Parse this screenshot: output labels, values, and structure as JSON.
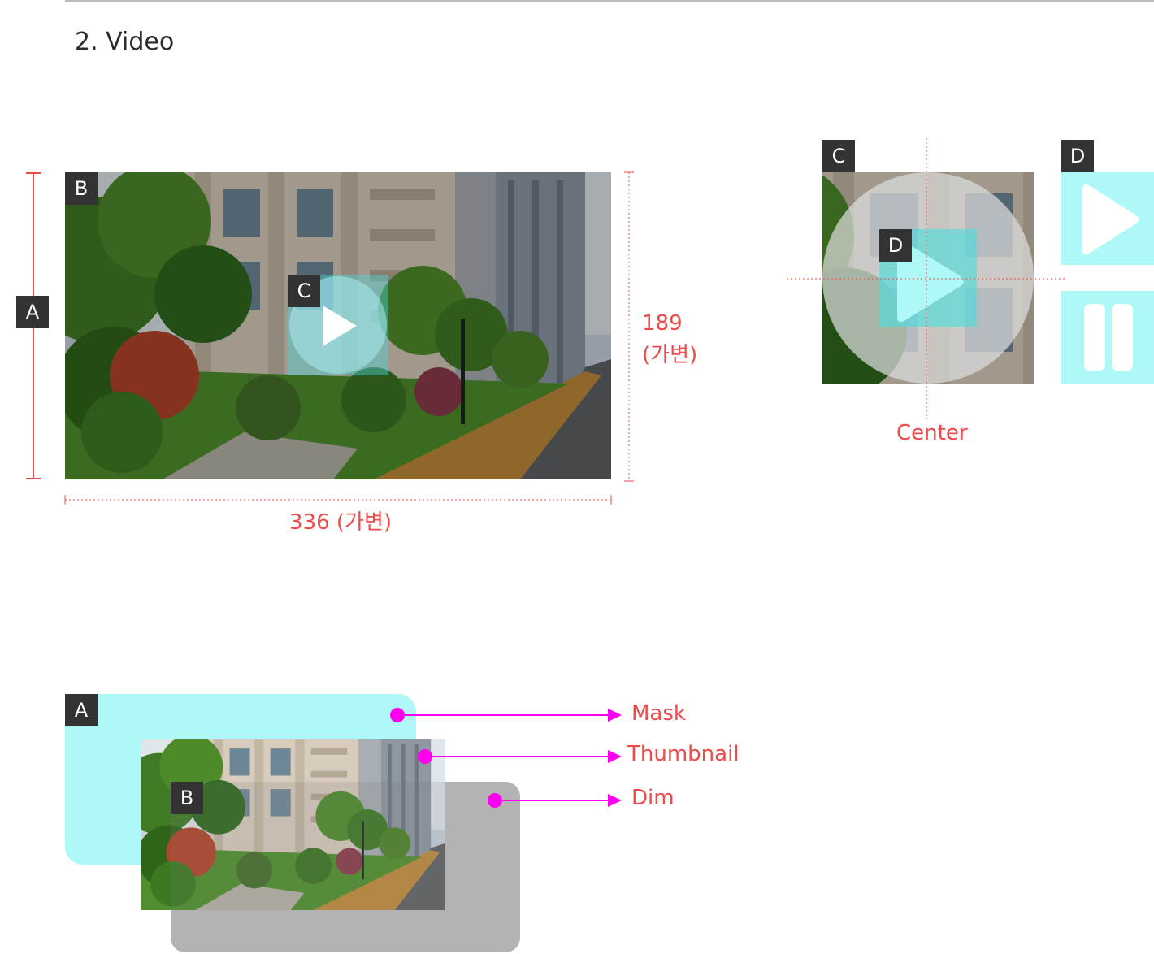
{
  "section": {
    "title": "2. Video"
  },
  "spec": {
    "tag_a": "A",
    "tag_b": "B",
    "tag_c": "C",
    "height_value": "189",
    "height_note": "(가변)",
    "width_label": "336 (가변)"
  },
  "button_detail": {
    "tag_c": "C",
    "tag_d": "D",
    "tag_d_inner": "D",
    "center_label": "Center",
    "play_icon": "play-icon",
    "pause_icon": "pause-icon"
  },
  "layers": {
    "tag_a": "A",
    "tag_b": "B",
    "items": [
      {
        "label": "Mask"
      },
      {
        "label": "Thumbnail"
      },
      {
        "label": "Dim"
      }
    ]
  },
  "colors": {
    "annotation_red": "#ef4a4a",
    "cyan": "#aef9f7",
    "magenta": "#ff00ee",
    "dim_gray": "#b3b3b3",
    "tag_bg": "#333333"
  }
}
